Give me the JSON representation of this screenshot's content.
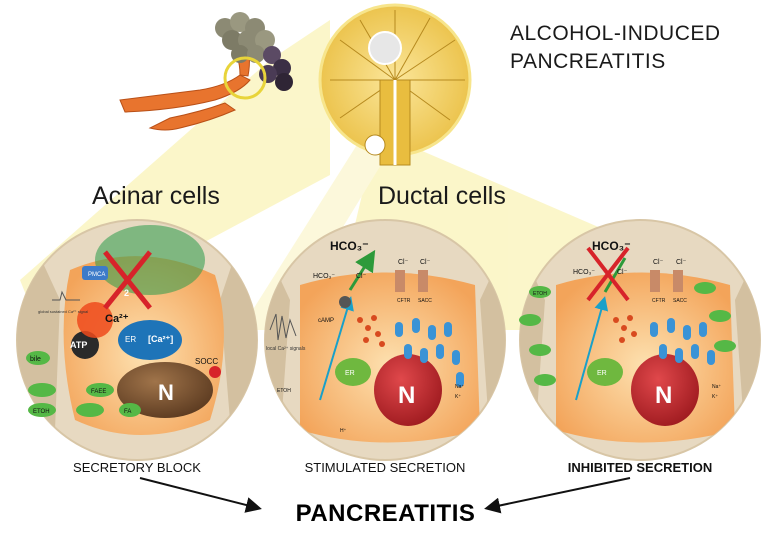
{
  "title": {
    "line1": "ALCOHOL-INDUCED",
    "line2": "PANCREATITIS"
  },
  "sections": {
    "acinar": "Acinar cells",
    "ductal": "Ductal cells"
  },
  "panels": {
    "acinar": {
      "caption": "SECRETORY BLOCK",
      "labels": {
        "pmca": "PMCA",
        "ca": "Ca²⁺",
        "atp": "ATP",
        "er": "ER",
        "ca_er": "[Ca²⁺]",
        "soc": "SOCC",
        "n": "N",
        "fa": "FA",
        "faee": "FAEE",
        "etoh": "ETOH",
        "bile": "bile",
        "two": "2",
        "global": "global sustained Ca²⁺ signal"
      }
    },
    "stimulated": {
      "caption": "STIMULATED SECRETION",
      "labels": {
        "hco3": "HCO₃⁻",
        "hco3_small": "HCO₃⁻",
        "cl": "Cl⁻",
        "cftr": "CFTR",
        "sacc": "SACC",
        "camp": "cAMP",
        "er": "ER",
        "n": "N",
        "local": "local Ca²⁺ signals",
        "etoh": "ETOH",
        "na": "Na⁺",
        "k": "K⁺",
        "h": "H⁺"
      }
    },
    "inhibited": {
      "caption": "INHIBITED SECRETION",
      "labels": {
        "hco3": "HCO₃⁻",
        "hco3_small": "HCO₃⁻",
        "cl": "Cl⁻",
        "cftr": "CFTR",
        "sacc": "SACC",
        "er": "ER",
        "n": "N",
        "etoh": "ETOH",
        "na": "Na⁺",
        "k": "K⁺"
      }
    }
  },
  "outcome": "PANCREATITIS",
  "colors": {
    "beam": "#faf3b8",
    "cytoplasm": "#f7b067",
    "nucleus": "#c8292e",
    "er": "#6fb83f",
    "tissue": "#e7d9c1",
    "acinus": "#f3d76b",
    "duct": "#e8742e",
    "cross": "#d7232a",
    "arrow": "#19a0c9"
  }
}
